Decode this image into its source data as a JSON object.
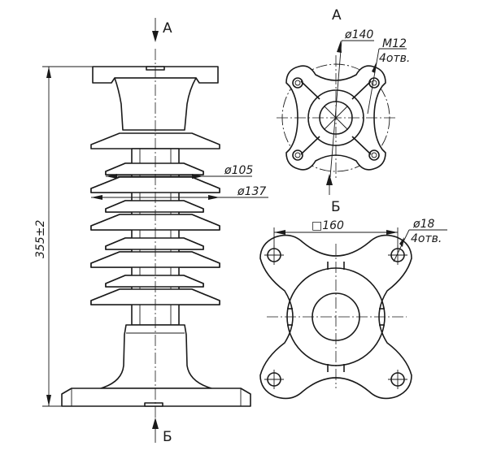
{
  "labels": {
    "view_top": "А",
    "view_bottom": "Б",
    "section_top": "А",
    "section_bottom": "Б"
  },
  "dimensions": {
    "height": "355±2",
    "dia_105": "ø105",
    "dia_137": "ø137",
    "dia_140": "ø140",
    "thread": "M12",
    "thread_holes": "4отв.",
    "square": "□160",
    "hole_dia": "ø18",
    "hole_count": "4отв."
  }
}
